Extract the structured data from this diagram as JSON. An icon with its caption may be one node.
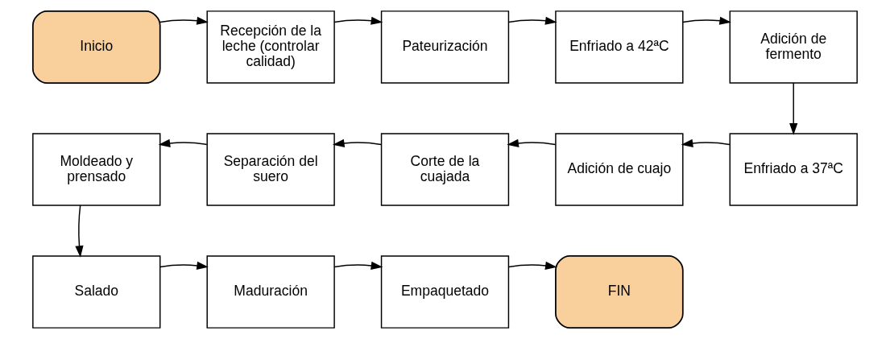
{
  "diagram": {
    "nodes": [
      {
        "text": [
          "Inicio"
        ]
      },
      {
        "text": [
          "Recepción de la leche (controlar calidad)"
        ]
      },
      {
        "text": [
          "Pateurización"
        ]
      },
      {
        "text": [
          "Enfriado a 42ªC"
        ]
      },
      {
        "text": [
          "Adición de fermento"
        ]
      },
      {
        "text": [
          "Enfriado a 37ªC"
        ]
      },
      {
        "text": [
          "Adición de cuajo"
        ]
      },
      {
        "text": [
          "Corte de la cuajada"
        ]
      },
      {
        "text": [
          "Separación del suero"
        ]
      },
      {
        "text": [
          "Moldeado y prensado"
        ]
      },
      {
        "text": [
          "Salado"
        ]
      },
      {
        "text": [
          "Maduración"
        ]
      },
      {
        "text": [
          "Empaquetado"
        ]
      },
      {
        "text": [
          "FIN"
        ]
      }
    ],
    "edges": [
      {
        "from": 0,
        "to": 1,
        "arrow": "to"
      },
      {
        "from": 1,
        "to": 2,
        "arrow": "to"
      },
      {
        "from": 2,
        "to": 3,
        "arrow": "to"
      },
      {
        "from": 3,
        "to": 4,
        "arrow": "to"
      },
      {
        "from": 4,
        "to": 5,
        "arrow": "to"
      },
      {
        "from": 5,
        "to": 6,
        "arrow": "to"
      },
      {
        "from": 6,
        "to": 7,
        "arrow": "to"
      },
      {
        "from": 7,
        "to": 8,
        "arrow": "to"
      },
      {
        "from": 8,
        "to": 9,
        "arrow": "to"
      },
      {
        "from": 9,
        "to": 10,
        "arrow": "to"
      },
      {
        "from": 10,
        "to": 11,
        "arrow": "to"
      },
      {
        "from": 11,
        "to": 12,
        "arrow": "to"
      },
      {
        "from": 12,
        "to": 13,
        "arrow": "to"
      }
    ]
  }
}
